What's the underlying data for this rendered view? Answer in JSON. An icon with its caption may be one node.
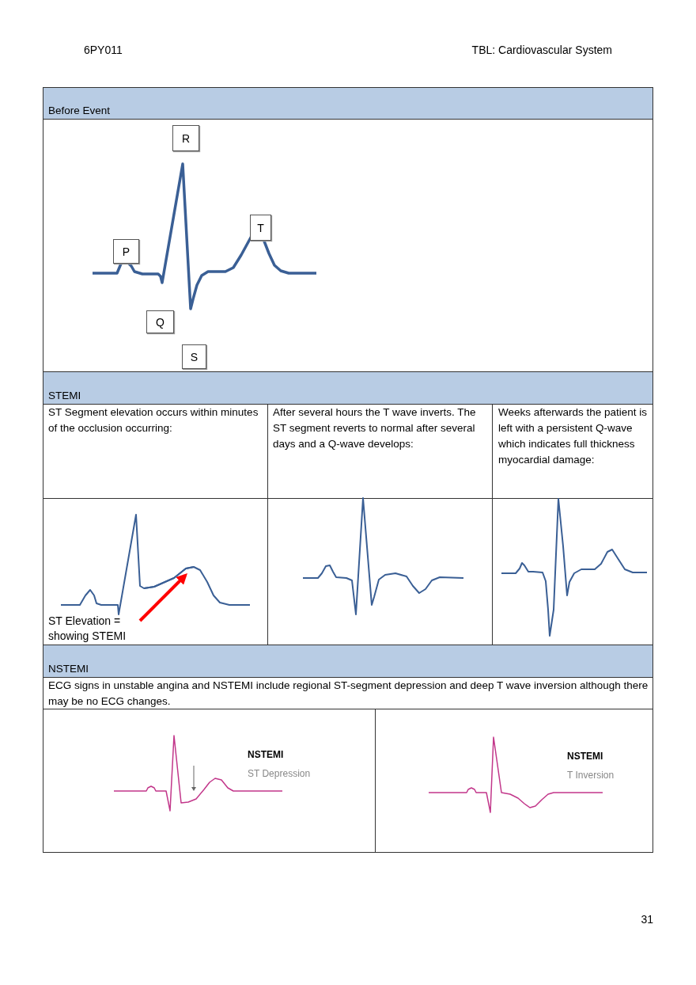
{
  "diagram": {
    "nodes": [
      {
        "text": [
          "R"
        ]
      },
      {
        "text": [
          "T"
        ]
      },
      {
        "text": [
          "P"
        ]
      },
      {
        "text": [
          "Q"
        ]
      },
      {
        "text": [
          "S"
        ]
      },
      {
        "text": [
          "ST Elevation = showing STEMI"
        ]
      },
      {
        "text": [],
        "shape": "line"
      }
    ],
    "edges": [
      {
        "from": 5,
        "to": 6,
        "arrow": "to",
        "color": "#ff0000"
      }
    ],
    "labels": [
      "6PY011",
      "TBL: Cardiovascular System",
      "Before Event",
      "STEMI",
      "ST Segment elevation occurs within minutes of the occlusion occurring:",
      "After several hours the T wave inverts. The ST segment reverts to normal after several days and a Q-wave develops:",
      "Weeks afterwards the patient is left with a persistent Q-wave which indicates full thickness myocardial damage:",
      "NSTEMI",
      "ECG signs in unstable angina and NSTEMI include regional ST-segment depression and deep T wave inversion although there may be no ECG changes.",
      "NSTEMI",
      "ST Depression",
      "NSTEMI",
      "T Inversion",
      "31"
    ]
  }
}
